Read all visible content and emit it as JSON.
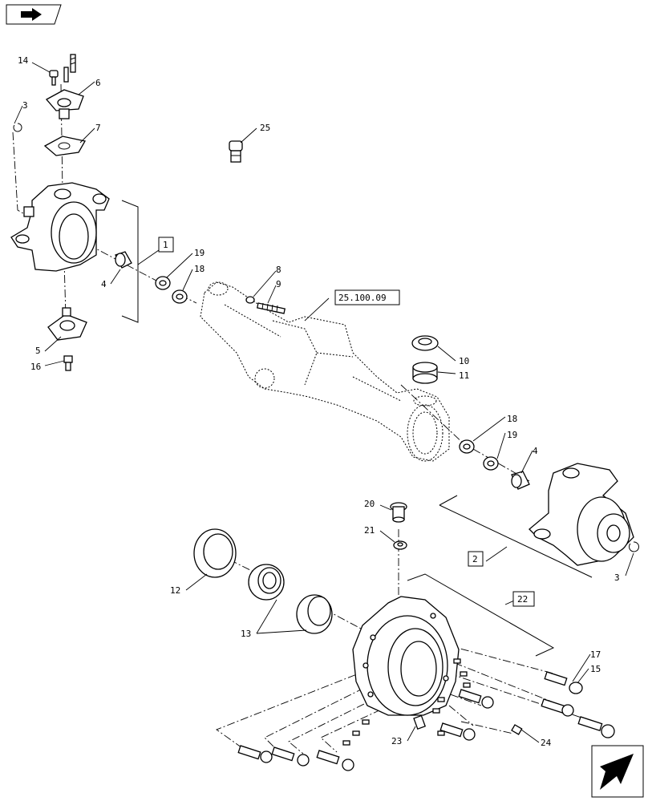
{
  "callouts": {
    "c14": "14",
    "c6": "6",
    "c3a": "3",
    "c7": "7",
    "c25": "25",
    "c1": "1",
    "c19a": "19",
    "c18a": "18",
    "c4a": "4",
    "c8": "8",
    "c9": "9",
    "c5": "5",
    "c16": "16",
    "ref": "25.100.09",
    "c10": "10",
    "c11": "11",
    "c18b": "18",
    "c19b": "19",
    "c4b": "4",
    "c20": "20",
    "c21": "21",
    "c2": "2",
    "c3b": "3",
    "c12": "12",
    "c13": "13",
    "c22": "22",
    "c17": "17",
    "c15": "15",
    "c23": "23",
    "c24": "24"
  },
  "icons": {
    "top_left": "previous-page-icon",
    "bottom_right": "next-page-icon"
  }
}
